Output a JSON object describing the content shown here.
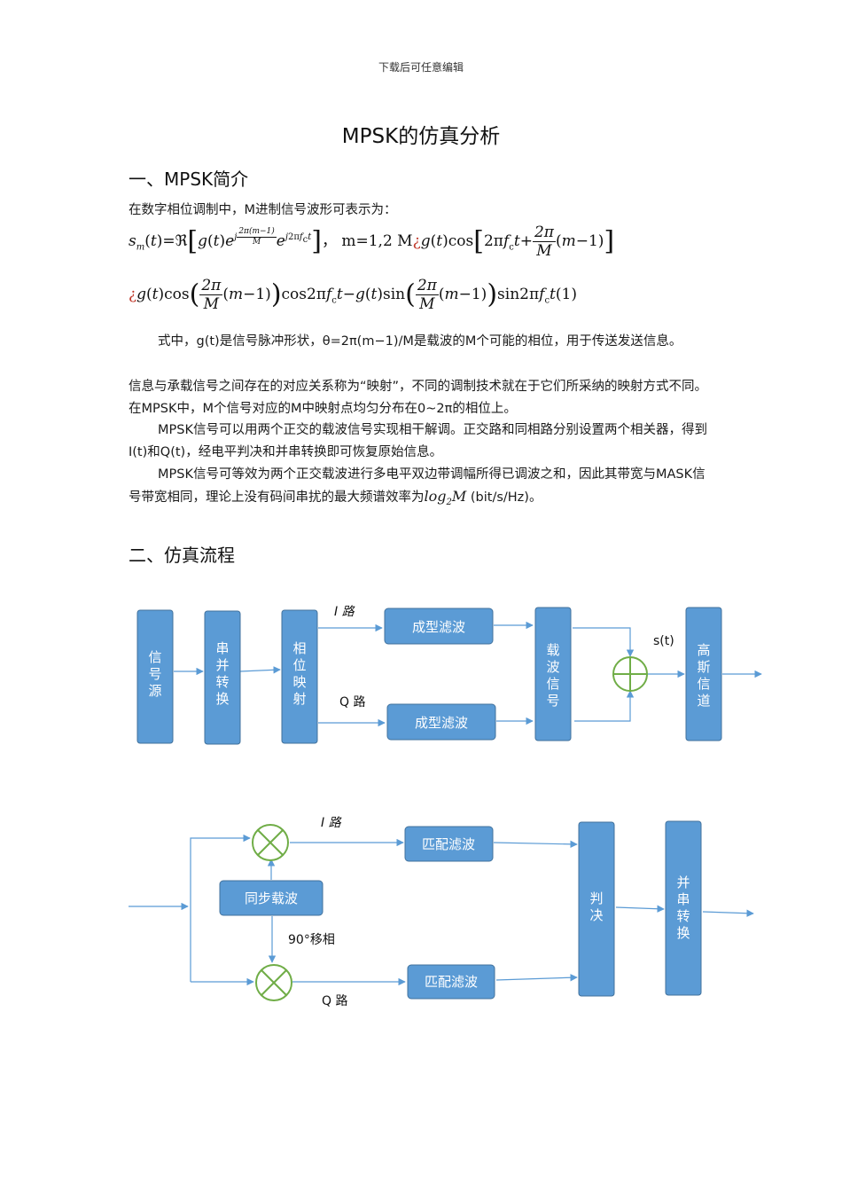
{
  "header_note": "下载后可任意编辑",
  "title": "MPSK的仿真分析",
  "section1": {
    "heading": "一、MPSK简介",
    "intro": "在数字相位调制中，M进制信号波形可表示为：",
    "eq_sep": "，  m=1,2  M",
    "eq_number": "(1)",
    "p1": "式中，g(t)是信号脉冲形状，θ=2π(m−1)/M是载波的M个可能的相位，用于传送发送信息。",
    "p2": "信息与承载信号之间存在的对应关系称为“映射”，不同的调制技术就在于它们所采纳的映射方式不同。在MPSK中，M个信号对应的M中映射点均匀分布在0~2π的相位上。",
    "p3": "MPSK信号可以用两个正交的载波信号实现相干解调。正交路和同相路分别设置两个相关器，得到I(t)和Q(t)，经电平判决和并串转换即可恢复原始信息。",
    "p4_pre": "MPSK信号可等效为两个正交载波进行多电平双边带调幅所得已调波之和，因此其带宽与MASK信号带宽相同，理论上没有码间串扰的最大频谱效率为",
    "p4_post": " (bit/s/Hz)。"
  },
  "section2": {
    "heading": "二、仿真流程"
  },
  "tx": {
    "source": "信号源",
    "sp": "串并转换",
    "map": "相位映射",
    "shape_i": "成型滤波",
    "shape_q": "成型滤波",
    "carrier": "载波信号",
    "channel": "高斯信道",
    "label_i": "I 路",
    "label_q": "Q 路",
    "label_s": "s(t)"
  },
  "rx": {
    "sync": "同步载波",
    "phase": "90°移相",
    "match_i": "匹配滤波",
    "match_q": "匹配滤波",
    "decide": "判决",
    "ps": "并串转换",
    "label_i": "I 路",
    "label_q": "Q 路"
  },
  "colors": {
    "box_fill": "#5b9bd5",
    "box_stroke": "#41719c",
    "adder": "#70ad47"
  }
}
